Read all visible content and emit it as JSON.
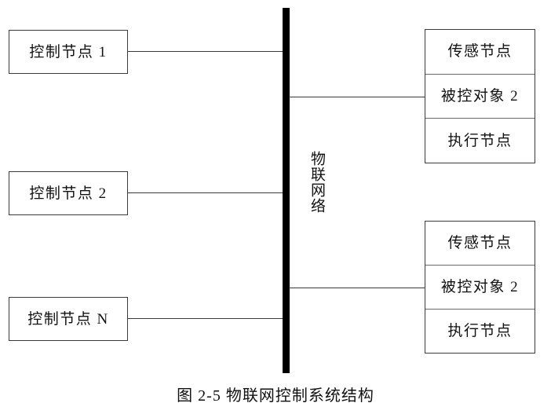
{
  "figure": {
    "caption": "图 2-5 物联网控制系统结构",
    "caption_number": "2-5",
    "caption_title": "物联网控制系统结构"
  },
  "network_bus": {
    "label": "物联网络",
    "orientation": "vertical",
    "color": "#000000"
  },
  "control_nodes": [
    {
      "label": "控制节点 1"
    },
    {
      "label": "控制节点 2"
    },
    {
      "label": "控制节点 N"
    }
  ],
  "controlled_groups": [
    {
      "name": "top-group",
      "cells": [
        {
          "label": "传感节点"
        },
        {
          "label": "被控对象 2"
        },
        {
          "label": "执行节点"
        }
      ]
    },
    {
      "name": "bottom-group",
      "cells": [
        {
          "label": "传感节点"
        },
        {
          "label": "被控对象 2"
        },
        {
          "label": "执行节点"
        }
      ]
    }
  ],
  "colors": {
    "box_border": "#3a3a3a",
    "cell_divider": "#6a6a6a",
    "bus": "#000000",
    "text": "#111111",
    "background": "#ffffff"
  }
}
